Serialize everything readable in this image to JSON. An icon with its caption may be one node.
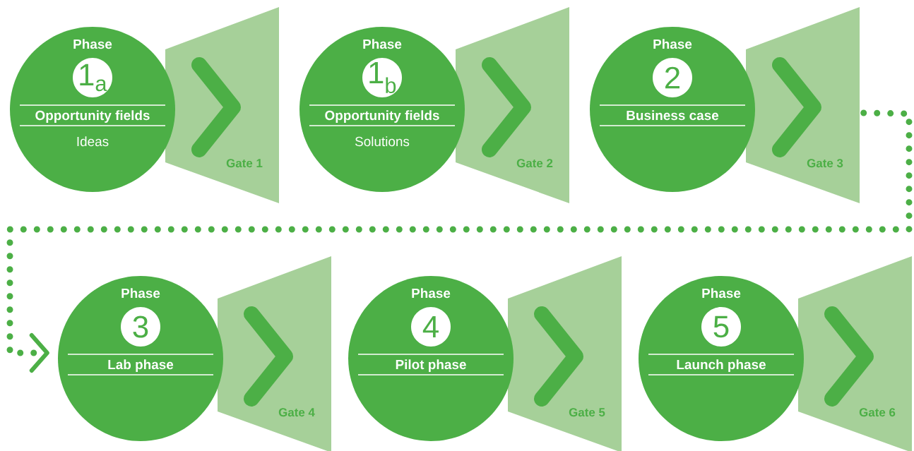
{
  "diagram": {
    "nodes": [
      {
        "text": [
          "Phase",
          "1$_{a}$",
          "Opportunity fields",
          "Ideas"
        ]
      },
      {
        "text": [
          "Gate 1"
        ]
      },
      {
        "text": [
          "Phase",
          "1$_{b}$",
          "Opportunity fields",
          "Solutions"
        ]
      },
      {
        "text": [
          "Gate 2"
        ]
      },
      {
        "text": [
          "Phase",
          "2",
          "Business case"
        ]
      },
      {
        "text": [
          "Gate 3"
        ]
      },
      {
        "text": [
          "Phase",
          "3",
          "Lab phase"
        ]
      },
      {
        "text": [
          "Gate 4"
        ]
      },
      {
        "text": [
          "Phase",
          "4",
          "Pilot phase"
        ]
      },
      {
        "text": [
          "Gate 5"
        ]
      },
      {
        "text": [
          "Phase",
          "5",
          "Launch phase"
        ]
      },
      {
        "text": [
          "Gate 6"
        ]
      }
    ],
    "edges": [
      {
        "from": 5,
        "to": 6,
        "arrow": "to",
        "style": "dashed"
      }
    ]
  }
}
